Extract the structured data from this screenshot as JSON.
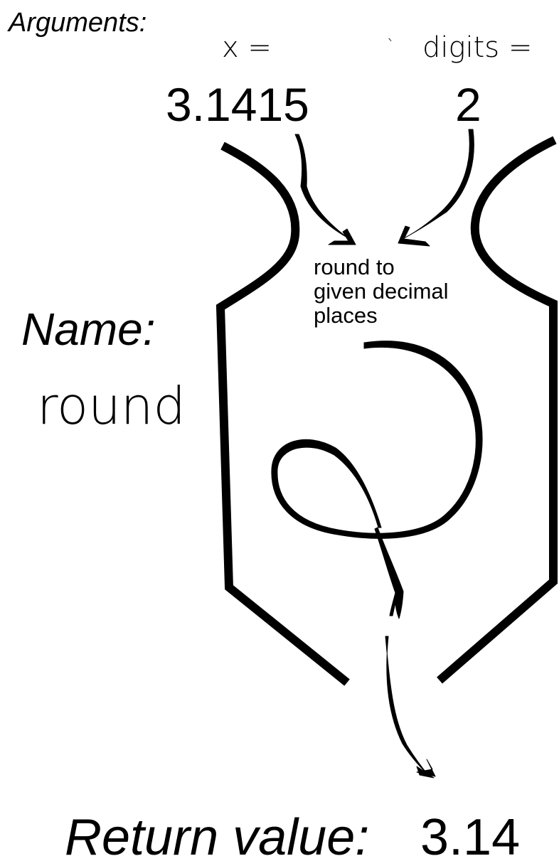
{
  "arguments": {
    "heading": "Arguments:",
    "x_label": "x =",
    "x_value": "3.1415",
    "digits_label": "digits =",
    "digits_value": "2"
  },
  "function": {
    "name_heading": "Name:",
    "name_value": "round",
    "description_line1": "round to",
    "description_line2": "given decimal",
    "description_line3": "places"
  },
  "output": {
    "heading": "Return value:",
    "value": "3.14"
  },
  "colors": {
    "ink": "#000000",
    "background": "#ffffff"
  }
}
